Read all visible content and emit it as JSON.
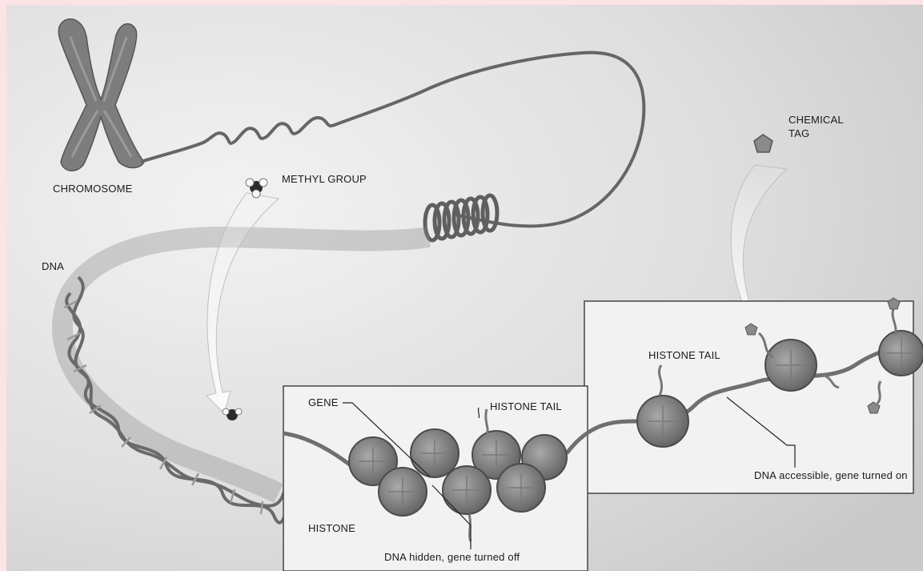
{
  "labels": {
    "chromosome": "CHROMOSOME",
    "methyl_group": "METHYL GROUP",
    "chemical_tag_line1": "CHEMICAL",
    "chemical_tag_line2": "TAG",
    "dna": "DNA",
    "gene": "GENE",
    "histone_tail_left": "HISTONE TAIL",
    "histone_tail_right": "HISTONE TAIL",
    "histone": "HISTONE",
    "dna_hidden": "DNA hidden, gene turned off",
    "dna_accessible": "DNA accessible, gene turned on"
  },
  "colors": {
    "page_border": "#fbe3e6",
    "background": "#dcdcdc",
    "strand": "#6f6f6f",
    "histone_fill": "#8e8e8e",
    "panel": "#f2f2f2"
  }
}
